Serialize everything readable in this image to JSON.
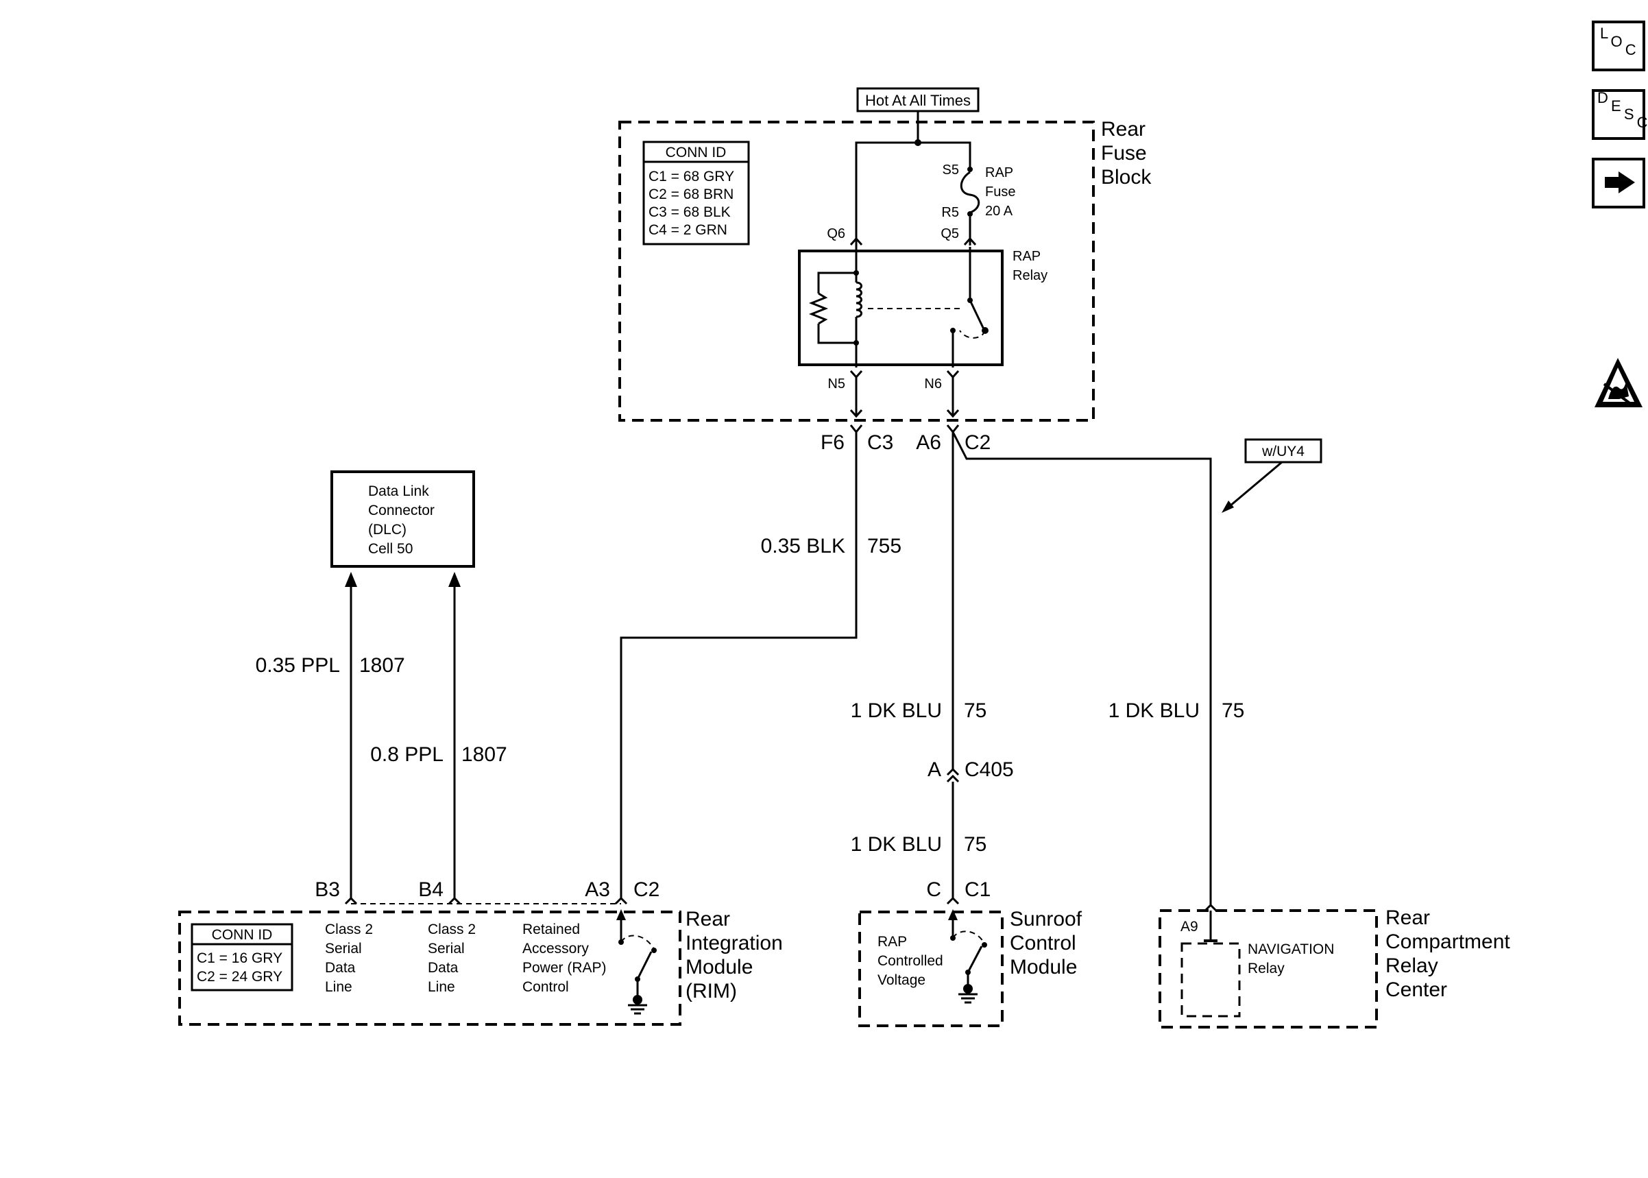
{
  "diagram": {
    "hot_label": "Hot At All Times",
    "fuse_block": {
      "title": [
        "Rear",
        "Fuse",
        "Block"
      ],
      "conn_id": {
        "header": "CONN ID",
        "rows": [
          "C1 = 68 GRY",
          "C2 = 68 BRN",
          "C3 = 68 BLK",
          "C4 = 2 GRN"
        ]
      },
      "fuse": {
        "top_pin": "S5",
        "bottom_pin": "R5",
        "name": [
          "RAP",
          "Fuse",
          "20 A"
        ]
      },
      "relay": {
        "name": [
          "RAP",
          "Relay"
        ],
        "pins": {
          "q6": "Q6",
          "q5": "Q5",
          "n5": "N5",
          "n6": "N6"
        }
      },
      "connectors": {
        "f6": "F6",
        "c3": "C3",
        "a6": "A6",
        "c2": "C2"
      }
    },
    "wires": {
      "w755": {
        "gauge": "0.35 BLK",
        "circuit": "755"
      },
      "w1807a": {
        "gauge": "0.35 PPL",
        "circuit": "1807"
      },
      "w1807b": {
        "gauge": "0.8 PPL",
        "circuit": "1807"
      },
      "w75_upper": {
        "gauge": "1 DK BLU",
        "circuit": "75"
      },
      "w75_lower": {
        "gauge": "1 DK BLU",
        "circuit": "75"
      },
      "w75_right": {
        "gauge": "1 DK BLU",
        "circuit": "75"
      }
    },
    "option_tag": "w/UY4",
    "dlc": {
      "lines": [
        "Data Link",
        "Connector",
        "(DLC)",
        "Cell 50"
      ]
    },
    "c405": {
      "pin": "A",
      "name": "C405"
    },
    "rim": {
      "title": [
        "Rear",
        "Integration",
        "Module",
        "(RIM)"
      ],
      "conn_id": {
        "header": "CONN ID",
        "rows": [
          "C1 = 16 GRY",
          "C2 = 24 GRY"
        ]
      },
      "pins": {
        "b3": "B3",
        "b4": "B4",
        "a3": "A3",
        "c2": "C2"
      },
      "class2_a": [
        "Class 2",
        "Serial",
        "Data",
        "Line"
      ],
      "class2_b": [
        "Class 2",
        "Serial",
        "Data",
        "Line"
      ],
      "rap_control": [
        "Retained",
        "Accessory",
        "Power (RAP)",
        "Control"
      ]
    },
    "sunroof": {
      "title": [
        "Sunroof",
        "Control",
        "Module"
      ],
      "pins": {
        "c": "C",
        "c1": "C1"
      },
      "voltage": [
        "RAP",
        "Controlled",
        "Voltage"
      ]
    },
    "rcrc": {
      "title": [
        "Rear",
        "Compartment",
        "Relay",
        "Center"
      ],
      "pin": "A9",
      "relay": [
        "NAVIGATION",
        "Relay"
      ]
    }
  },
  "side_icons": {
    "loc": {
      "icon": "loc-icon",
      "letters": [
        "L",
        "O",
        "C"
      ]
    },
    "desc": {
      "icon": "desc-icon",
      "letters": [
        "D",
        "E",
        "S",
        "C"
      ]
    },
    "next": {
      "icon": "arrow-right-icon"
    },
    "esd": {
      "icon": "esd-warning-icon"
    }
  }
}
